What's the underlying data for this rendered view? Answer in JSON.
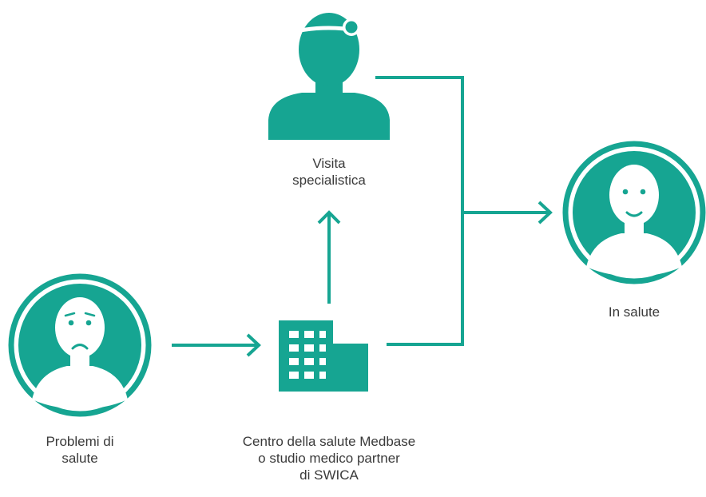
{
  "colors": {
    "primary": "#16A592",
    "ring": "#16A592",
    "text": "#3a3a3a",
    "background": "#ffffff"
  },
  "nodes": {
    "sick_patient": {
      "icon": "sad-face-icon",
      "label_lines": [
        "Problemi di",
        "salute"
      ]
    },
    "health_center": {
      "icon": "building-icon",
      "label_lines": [
        "Centro della salute Medbase",
        "o studio medico partner",
        "di SWICA"
      ]
    },
    "specialist": {
      "icon": "doctor-icon",
      "label_lines": [
        "Visita",
        "specialistica"
      ]
    },
    "healthy_patient": {
      "icon": "smiling-face-icon",
      "label_lines": [
        "In salute"
      ]
    }
  },
  "connections": [
    {
      "from": "sick_patient",
      "to": "health_center"
    },
    {
      "from": "health_center",
      "to": "specialist"
    },
    {
      "from": "health_center",
      "to": "healthy_patient"
    },
    {
      "from": "specialist",
      "to": "healthy_patient"
    }
  ]
}
